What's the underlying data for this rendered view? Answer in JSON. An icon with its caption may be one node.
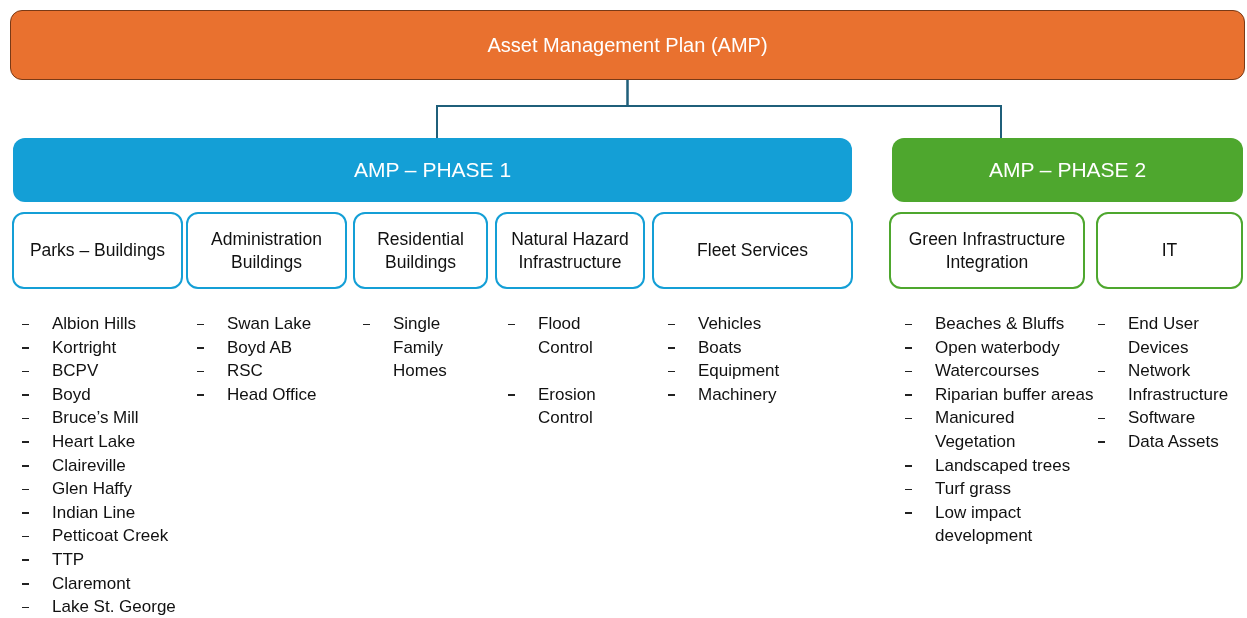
{
  "diagram": {
    "nodes": [
      {
        "text": [
          "Asset Management Plan (AMP)"
        ]
      },
      {
        "text": [
          "AMP – PHASE 1"
        ]
      },
      {
        "text": [
          "AMP – PHASE 2"
        ]
      },
      {
        "text": [
          "Parks – Buildings"
        ],
        "beside": [
          "Albion Hills",
          "Kortright",
          "BCPV",
          "Boyd",
          "Bruce’s Mill",
          "Heart Lake",
          "Claireville",
          "Glen Haffy",
          "Indian Line",
          "Petticoat Creek",
          "TTP",
          "Claremont",
          "Lake St. George"
        ]
      },
      {
        "text": [
          "Administration Buildings"
        ],
        "beside": [
          "Swan Lake",
          "Boyd AB",
          "RSC",
          "Head Office"
        ]
      },
      {
        "text": [
          "Residential Buildings"
        ],
        "beside": [
          "Single Family Homes"
        ]
      },
      {
        "text": [
          "Natural Hazard Infrastructure"
        ],
        "beside": [
          "Flood Control",
          "Erosion Control"
        ]
      },
      {
        "text": [
          "Fleet Services"
        ],
        "beside": [
          "Vehicles",
          "Boats",
          "Equipment",
          "Machinery"
        ]
      },
      {
        "text": [
          "Green Infrastructure Integration"
        ],
        "beside": [
          "Beaches & Bluffs",
          "Open waterbody",
          "Watercourses",
          "Riparian buffer areas",
          "Manicured Vegetation",
          "Landscaped trees",
          "Turf grass",
          "Low impact development"
        ]
      },
      {
        "text": [
          "IT"
        ],
        "beside": [
          "End User Devices",
          "Network Infrastructure",
          "Software",
          "Data Assets"
        ]
      }
    ],
    "edges": [
      {
        "from": 0,
        "to": 1,
        "arrow": "none"
      },
      {
        "from": 0,
        "to": 2,
        "arrow": "none"
      }
    ]
  }
}
